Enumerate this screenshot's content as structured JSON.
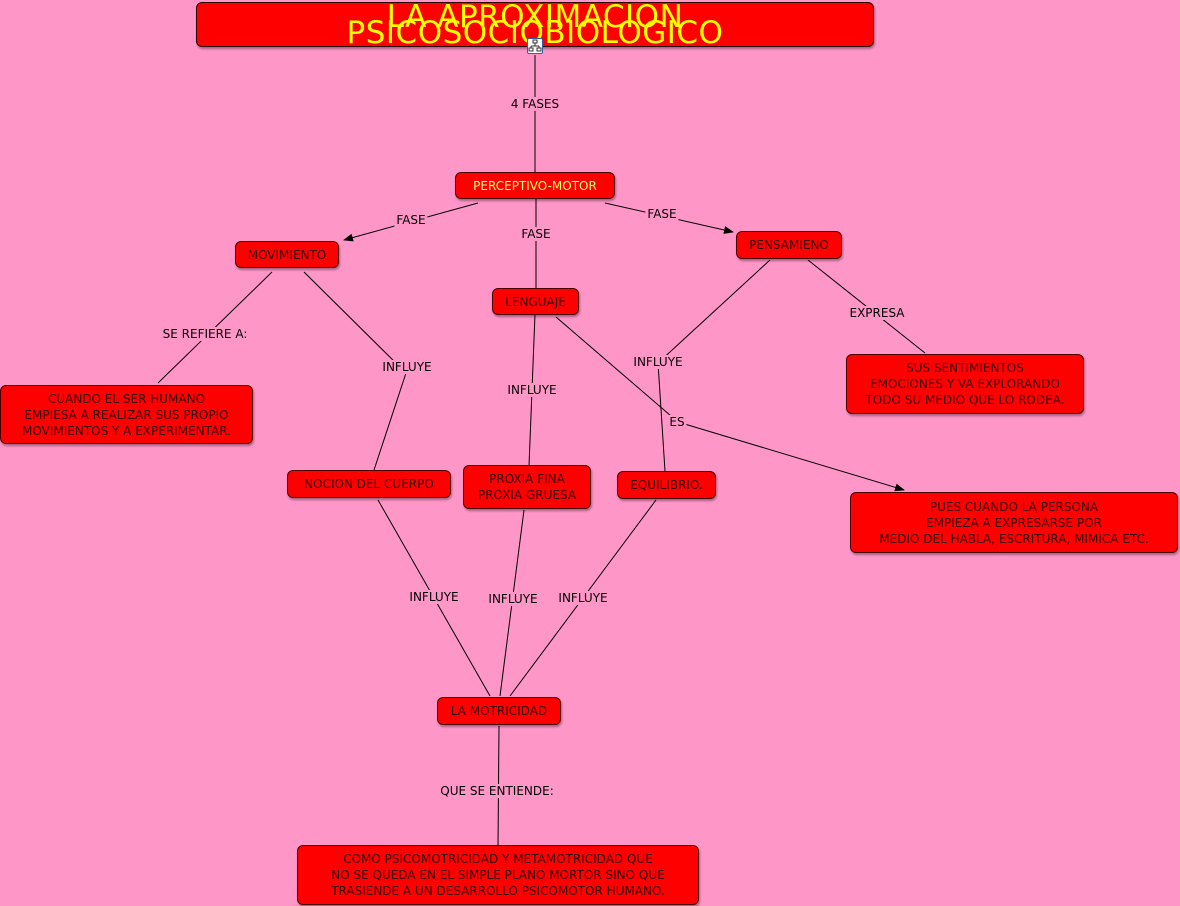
{
  "title": "LA  APROXIMACION  PSICOSOCIOBIOLOGICO",
  "icon": "concept-map-icon",
  "colors": {
    "background": "#ff96c8",
    "node": "#ff0000",
    "title_text": "#ffff00"
  },
  "nodes": {
    "perceptivo": "PERCEPTIVO-MOTOR",
    "movimiento": "MOVIMIENTO",
    "lenguaje": "LENGUAJE",
    "pensamiento": "PENSAMIENO",
    "cuando": "CUANDO EL SER HUMANO\nEMPIESA A REALIZAR SUS PROPIO\nMOVIMIENTOS Y A EXPERIMENTAR.",
    "sentimientos": "SUS SENTIMIENTOS\nEMOCIONES Y VA EXPLORANDO\nTODO SU MEDIO QUE LO RODEA.",
    "nocion": "NOCION DEL CUERPO",
    "proxia": "PROXIA FINA\nPROXIA GRUESA",
    "equilibrio": "EQUILIBRIO.",
    "pues": "PUES CUANDO LA PERSONA\nEMPIEZA A EXPRESARSE POR\nMEDIO DEL HABLA, ESCRITURA, MIMICA ETC.",
    "motricidad": "LA MOTRICIDAD",
    "como": "COMO PSICOMOTRICIDAD Y METAMOTRICIDAD QUE\nNO SE QUEDA EN EL SIMPLE PLANO MORTOR SINO QUE\nTRASIENDE A UN DESARROLLO PSICOMOTOR HUMANO."
  },
  "links": {
    "cuatro_fases": "4 FASES",
    "fase_left": "FASE",
    "fase_mid": "FASE",
    "fase_right": "FASE",
    "se_refiere": "SE REFIERE A:",
    "influye_mov": "INFLUYE",
    "influye_len": "INFLUYE",
    "influye_pen": "INFLUYE",
    "expresa": "EXPRESA",
    "es": "ES",
    "influye_noc": "INFLUYE",
    "influye_prox": "INFLUYE",
    "influye_equ": "INFLUYE",
    "que_se_entiende": "QUE SE ENTIENDE:"
  }
}
